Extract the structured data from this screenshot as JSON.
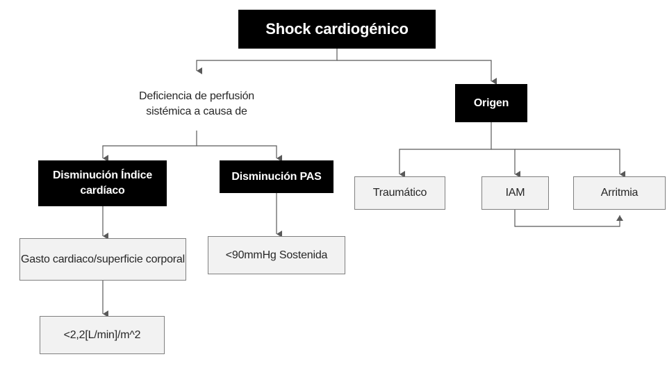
{
  "diagram": {
    "root": {
      "label": "Shock cardiogénico"
    },
    "definition": {
      "label": "Deficiencia de perfusión sistémica a causa de"
    },
    "origin": {
      "label": "Origen"
    },
    "decrease_ci": {
      "label": "Disminución Índice cardíaco"
    },
    "decrease_pas": {
      "label": "Disminución PAS"
    },
    "cardiac_output": {
      "label": "Gasto cardiaco/superficie corporal"
    },
    "ci_threshold": {
      "label": "<2,2[L/min]/m^2"
    },
    "pas_threshold": {
      "label": "<90mmHg Sostenida"
    },
    "traumatic": {
      "label": "Traumático"
    },
    "iam": {
      "label": "IAM"
    },
    "arrhythmia": {
      "label": "Arritmia"
    }
  },
  "colors": {
    "dark_fill": "#000000",
    "light_fill": "#f2f2f2",
    "border": "#7f7f7f",
    "connector": "#595959",
    "text": "#262626"
  }
}
